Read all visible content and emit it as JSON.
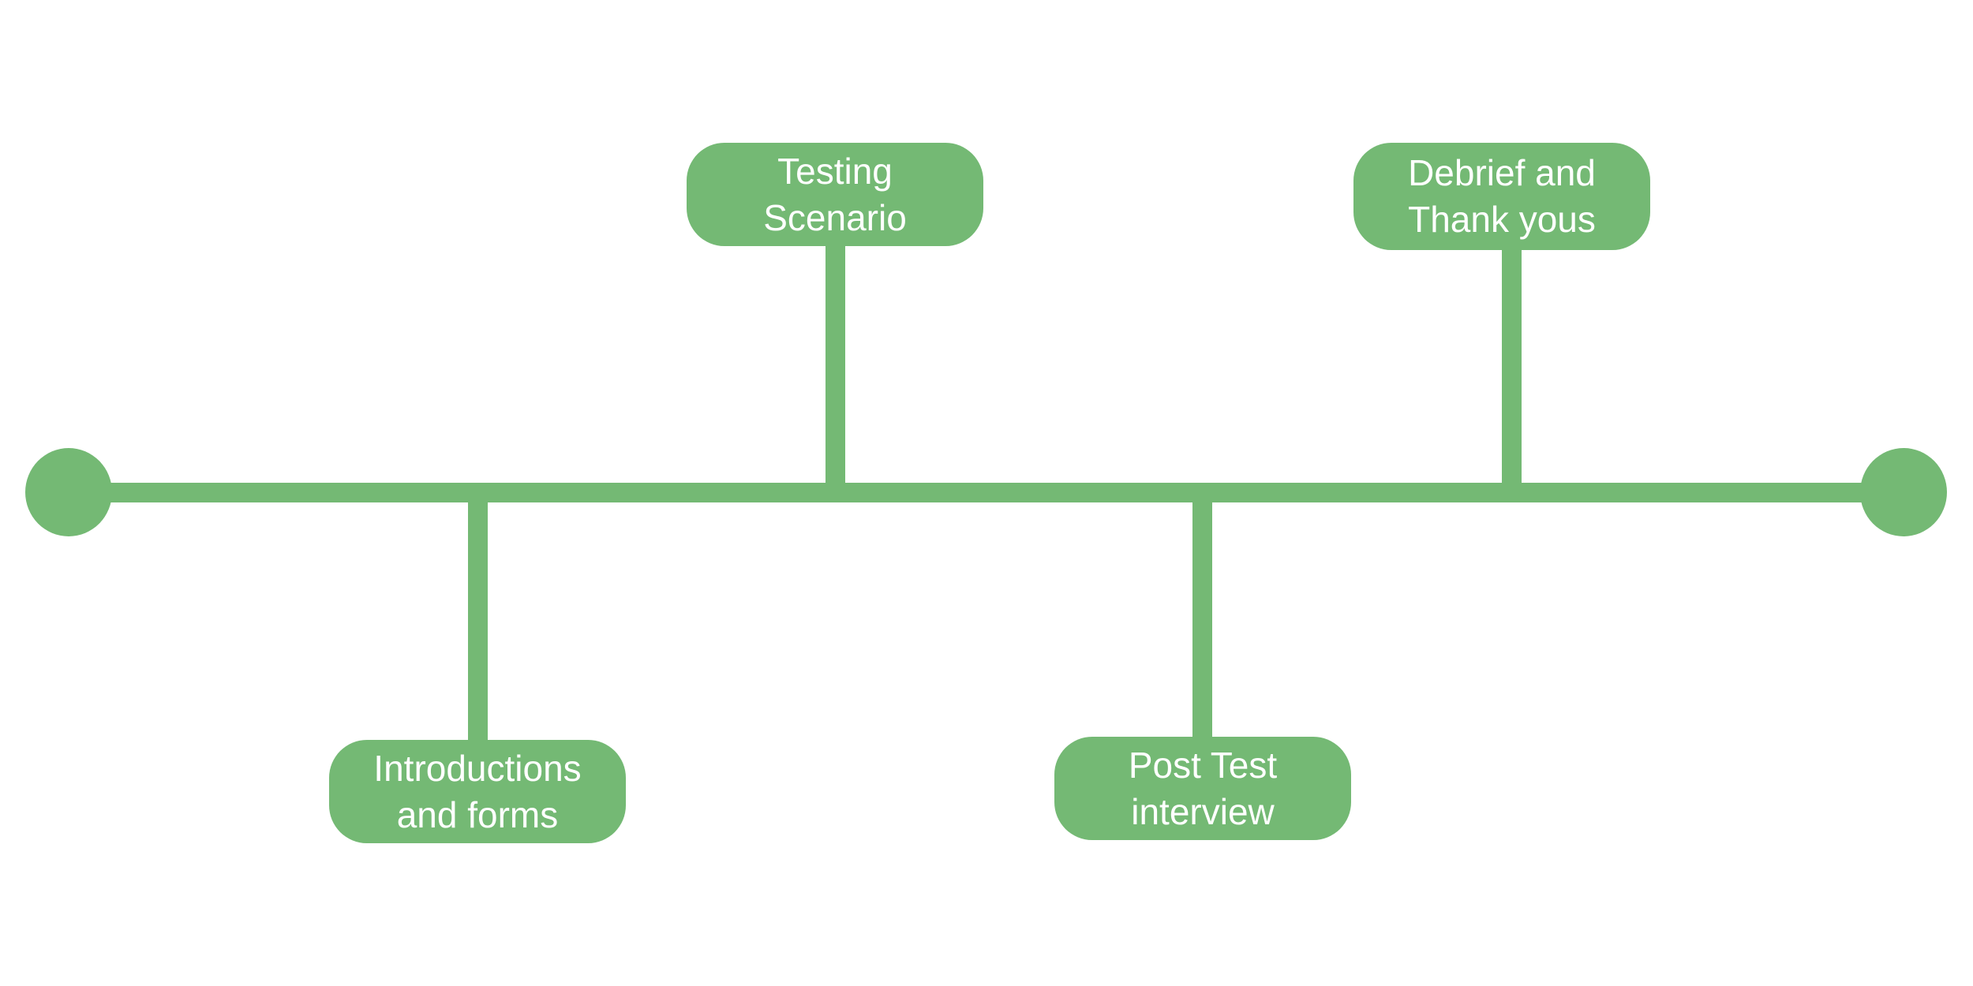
{
  "diagram": {
    "type": "timeline",
    "accent_color": "#74b974",
    "text_color": "#ffffff",
    "background_color": "#ffffff",
    "milestones": [
      {
        "id": "introductions",
        "label": "Introductions\nand forms",
        "position": "below"
      },
      {
        "id": "testing",
        "label": "Testing\nScenario",
        "position": "above"
      },
      {
        "id": "post-test",
        "label": "Post Test\ninterview",
        "position": "below"
      },
      {
        "id": "debrief",
        "label": "Debrief and\nThank yous",
        "position": "above"
      }
    ]
  }
}
